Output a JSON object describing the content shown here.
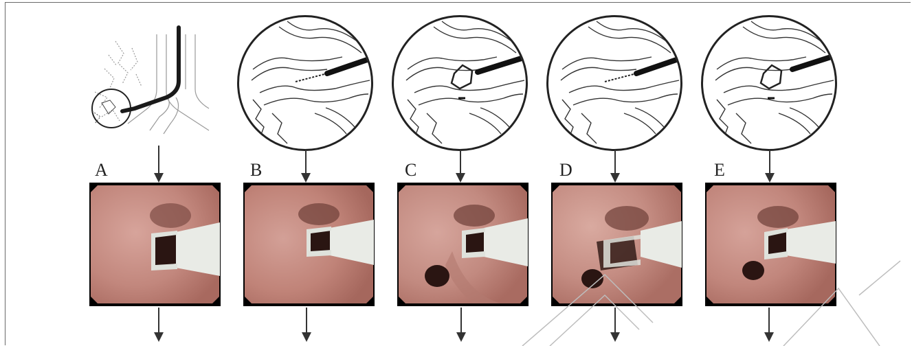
{
  "panels": [
    {
      "label": "A",
      "view": "overview"
    },
    {
      "label": "B",
      "view": "catheter-tip"
    },
    {
      "label": "C",
      "view": "valve-deployed"
    },
    {
      "label": "D",
      "view": "catheter-tip"
    },
    {
      "label": "E",
      "view": "valve-deployed"
    }
  ],
  "colors": {
    "tissue": "#c98f86",
    "tissue_dark": "#8e5a53",
    "lumen": "#2a1512",
    "catheter": "#e9ebe6",
    "line_art": "#333333"
  }
}
